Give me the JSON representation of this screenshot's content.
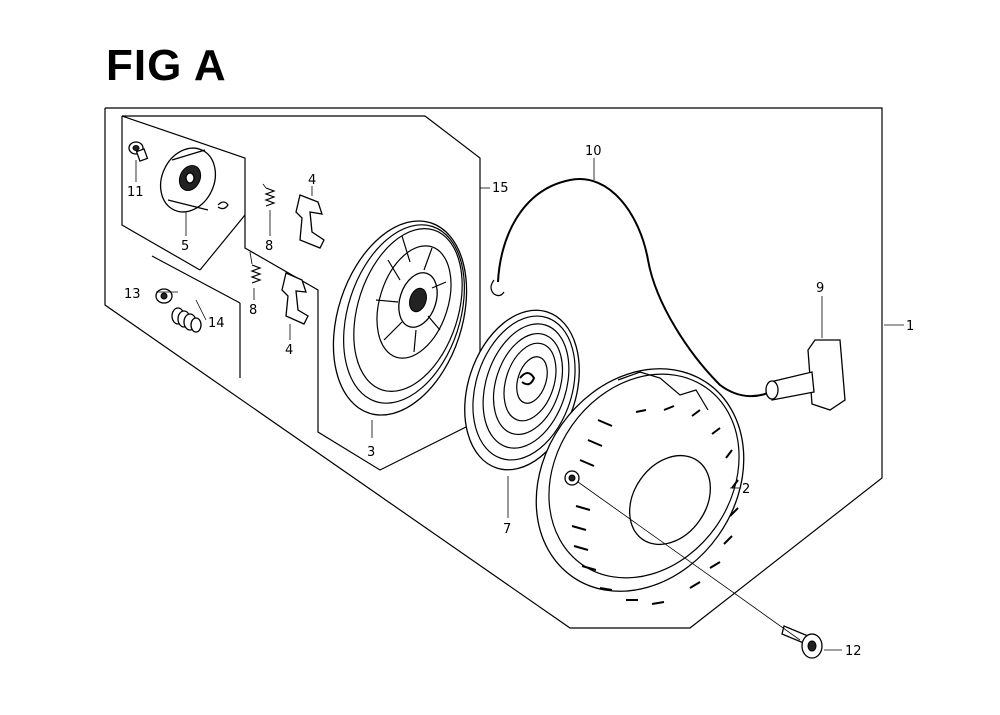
{
  "figure": {
    "title": "FIG A"
  },
  "callouts": [
    {
      "id": "1",
      "label": "1"
    },
    {
      "id": "2",
      "label": "2"
    },
    {
      "id": "3",
      "label": "3"
    },
    {
      "id": "4a",
      "label": "4"
    },
    {
      "id": "4b",
      "label": "4"
    },
    {
      "id": "5",
      "label": "5"
    },
    {
      "id": "7",
      "label": "7"
    },
    {
      "id": "8a",
      "label": "8"
    },
    {
      "id": "8b",
      "label": "8"
    },
    {
      "id": "9",
      "label": "9"
    },
    {
      "id": "10",
      "label": "10"
    },
    {
      "id": "11",
      "label": "11"
    },
    {
      "id": "12",
      "label": "12"
    },
    {
      "id": "13",
      "label": "13"
    },
    {
      "id": "14",
      "label": "14"
    },
    {
      "id": "15",
      "label": "15"
    }
  ]
}
